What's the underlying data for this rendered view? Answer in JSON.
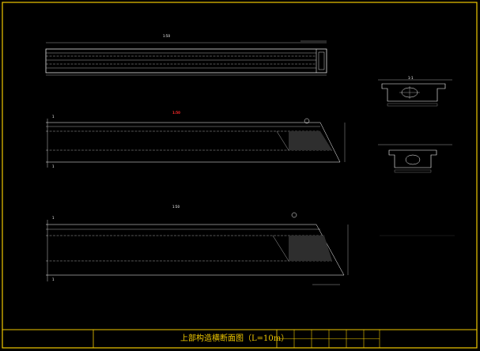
{
  "colors": {
    "background": "#000000",
    "frame": "#f0c800",
    "lines": "#ffffff",
    "dimensions": "#c8c8c8",
    "callout": "#ff2a2a",
    "hatch": "#3a3a3a"
  },
  "elevations": {
    "top": {
      "scale_label": "1:50",
      "span_label": "",
      "end_dim_label": "",
      "length_label": "",
      "callout_1": "",
      "callout_2": ""
    },
    "middle": {
      "scale_label": "1:50",
      "callout_top": "",
      "end_label": "",
      "callout_right": "",
      "height_label": "",
      "section_mark_1": "1",
      "section_mark_2": "1"
    },
    "bottom": {
      "scale_label": "1:50",
      "bubble_label": "",
      "callout_right": "",
      "height_label": "",
      "bottom_dim": "",
      "section_mark_1": "1",
      "section_mark_2": "1"
    }
  },
  "sections": {
    "upper_label": "1-1",
    "upper_dims": [
      "",
      "",
      ""
    ],
    "lower_dims": [
      "",
      "",
      ""
    ]
  },
  "notes": {
    "heading": "",
    "lines": [
      "",
      "",
      "",
      "",
      "",
      ""
    ]
  },
  "title_block": {
    "drawing_title": "上部构造横断面图（L=10m）",
    "cells": [
      "",
      "",
      "",
      "",
      "",
      ""
    ],
    "project_line_1": "",
    "project_line_2": "",
    "sheet_no": "",
    "page": ""
  }
}
